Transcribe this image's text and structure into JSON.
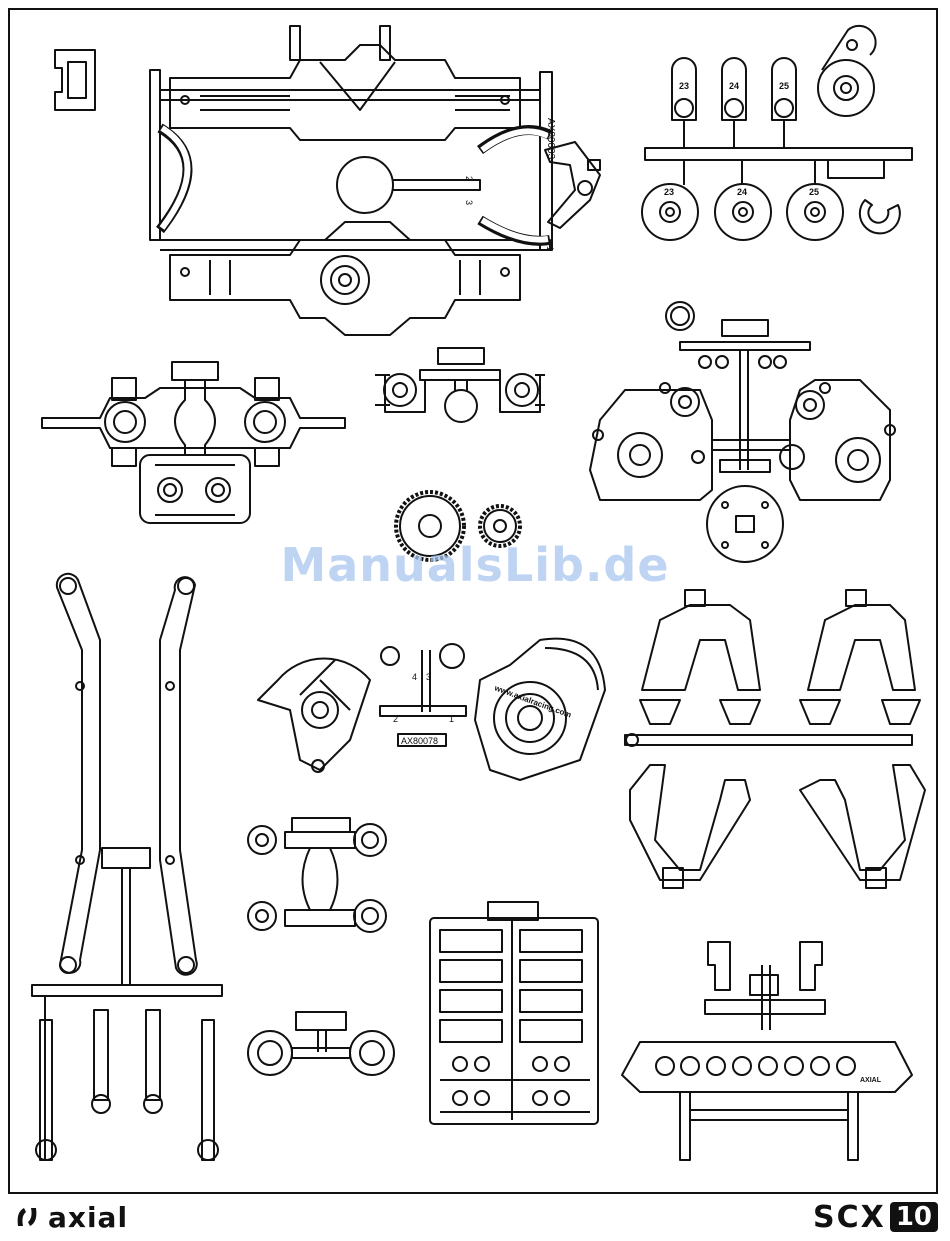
{
  "document": {
    "brand": "axial",
    "model_prefix": "SCX",
    "model_number": "10",
    "watermark": "ManualsLib.de"
  },
  "labels": {
    "tree_a": "AX80003",
    "tree_b": "AX80078",
    "n1": "1",
    "n2": "2",
    "n3": "3",
    "n4": "4",
    "n23": "23",
    "n24": "24",
    "n25": "25",
    "motor_plate_text": "www.axialracing.com",
    "brand_small": "AXIAL"
  }
}
